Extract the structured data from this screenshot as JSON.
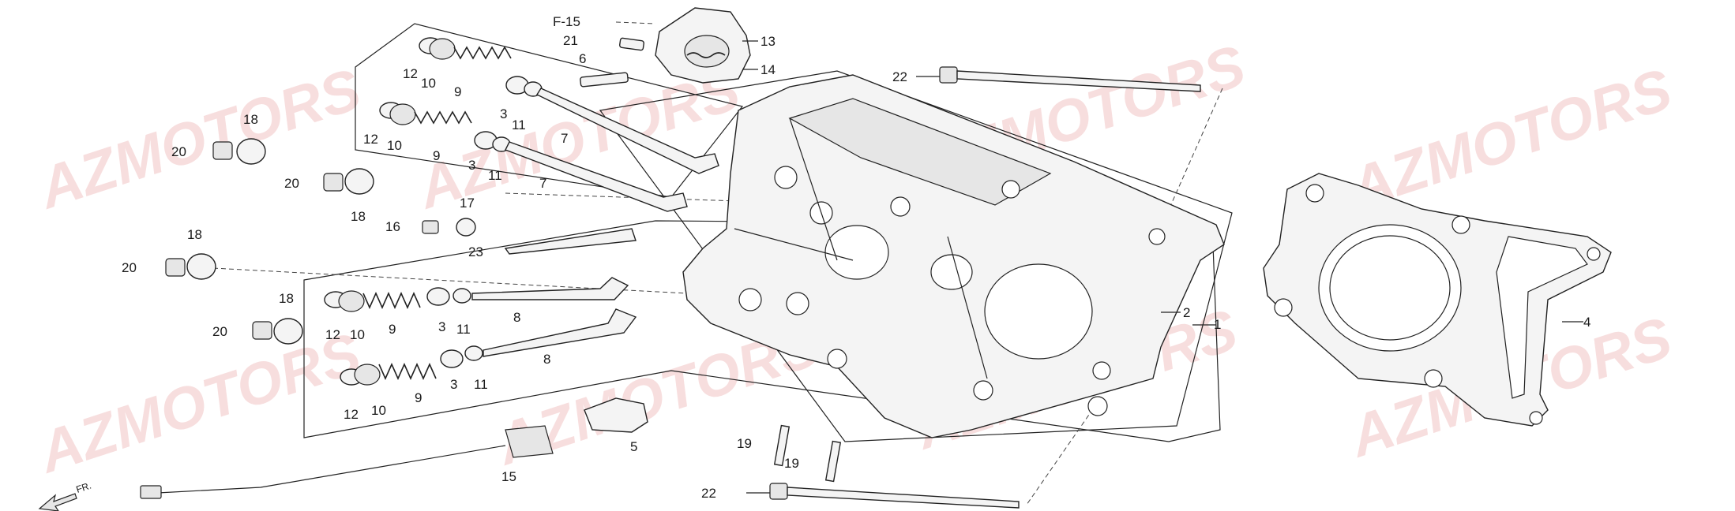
{
  "watermark": "AZMOTORS",
  "direction_label": "FR.",
  "labels": {
    "l1": "1",
    "l2": "2",
    "l4": "4",
    "l5": "5",
    "l6": "6",
    "l13": "13",
    "l14": "14",
    "lf15": "F-15",
    "l15": "15",
    "l16": "16",
    "l17": "17",
    "l21": "21",
    "l23": "23",
    "l22a": "22",
    "l22b": "22",
    "l19a": "19",
    "l19b": "19",
    "l18a": "18",
    "l18b": "18",
    "l18c": "18",
    "l18d": "18",
    "l20a": "20",
    "l20b": "20",
    "l20c": "20",
    "l20d": "20",
    "l12a": "12",
    "l10a": "10",
    "l9a": "9",
    "l3a": "3",
    "l11a": "11",
    "l7a": "7",
    "l12b": "12",
    "l10b": "10",
    "l9b": "9",
    "l3b": "3",
    "l11b": "11",
    "l7b": "7",
    "l12c": "12",
    "l10c": "10",
    "l9c": "9",
    "l3c": "3",
    "l11c": "11",
    "l8c": "8",
    "l12d": "12",
    "l10d": "10",
    "l9d": "9",
    "l3d": "3",
    "l11d": "11",
    "l8d": "8"
  }
}
